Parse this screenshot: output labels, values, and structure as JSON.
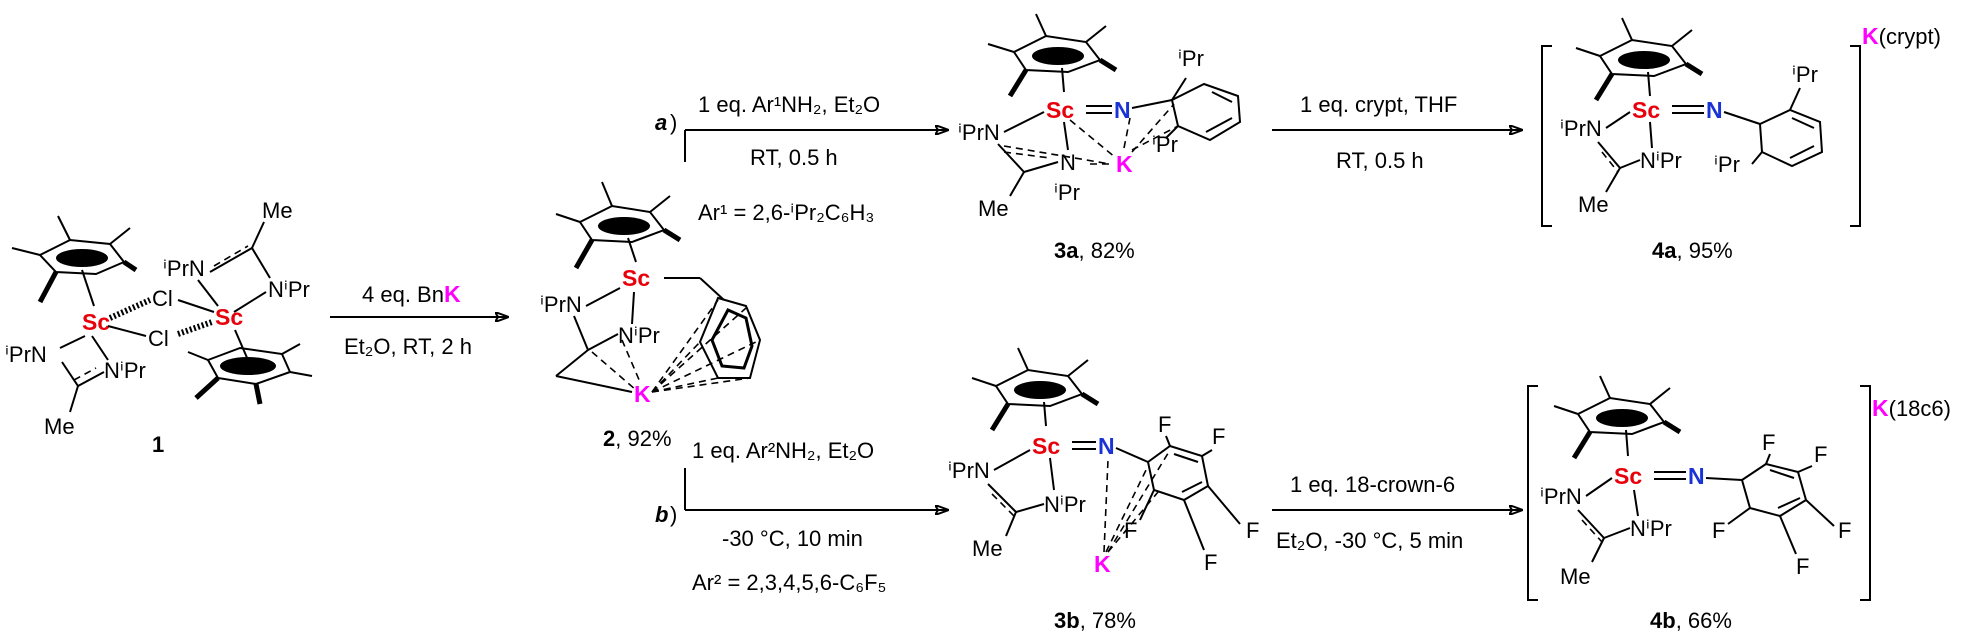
{
  "compounds": {
    "c1": {
      "label": "1"
    },
    "c2": {
      "label": "2",
      "yield": ", 92%"
    },
    "c3a": {
      "label": "3a",
      "yield": ", 82%"
    },
    "c3b": {
      "label": "3b",
      "yield": ", 78%"
    },
    "c4a": {
      "label": "4a",
      "yield": ", 95%",
      "counterion_k": "K",
      "counterion_rest": "(crypt)"
    },
    "c4b": {
      "label": "4b",
      "yield": ", 66%",
      "counterion_k": "K",
      "counterion_rest": "(18c6)"
    }
  },
  "steps": {
    "step1": {
      "line1_pre": "4 eq. Bn",
      "line1_k": "K",
      "line2": "Et₂O, RT, 2 h"
    },
    "a": {
      "tag": "a",
      "line1": "1 eq. Ar¹NH₂, Et₂O",
      "line2": "RT, 0.5 h",
      "line3": "Ar¹ = 2,6-ⁱPr₂C₆H₃"
    },
    "a2": {
      "line1": "1 eq. crypt, THF",
      "line2": "RT, 0.5 h"
    },
    "b": {
      "tag": "b",
      "line1": "1 eq. Ar²NH₂, Et₂O",
      "line2": "-30 °C, 10 min",
      "line3": "Ar² = 2,3,4,5,6-C₆F₅"
    },
    "b2": {
      "line1": "1 eq. 18-crown-6",
      "line2": "Et₂O, -30 °C, 5 min"
    }
  },
  "atoms": {
    "sc": "Sc",
    "n": "N",
    "k": "K",
    "cl": "Cl",
    "f": "F",
    "me": "Me",
    "ipr_n": "ⁱPrN",
    "n_ipr": "NⁱPr",
    "ipr": "ⁱPr",
    "n_short": "N"
  },
  "colors": {
    "scandium": "#e8000b",
    "nitrogen": "#1a33d6",
    "potassium": "#ff00ff"
  }
}
